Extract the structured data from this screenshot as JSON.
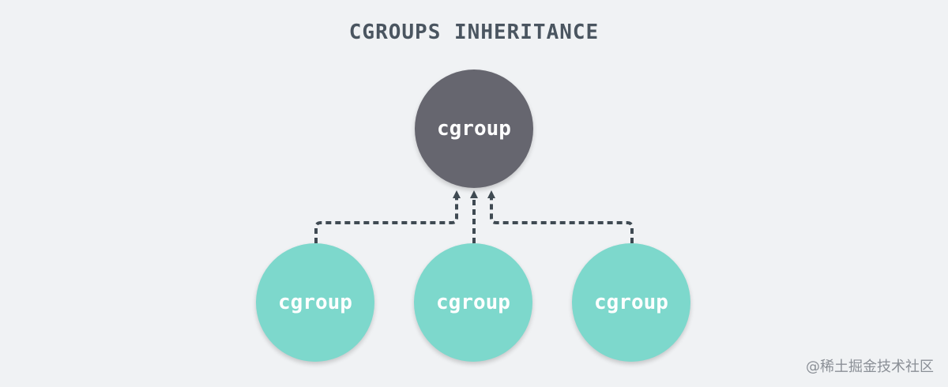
{
  "title": "CGROUPS INHERITANCE",
  "parent": {
    "label": "cgroup"
  },
  "children": [
    {
      "label": "cgroup"
    },
    {
      "label": "cgroup"
    },
    {
      "label": "cgroup"
    }
  ],
  "watermark": "@稀土掘金技术社区",
  "colors": {
    "parent": "#66666f",
    "child": "#7dd8cc",
    "connector": "#3f4a52",
    "background": "#f0f2f4"
  }
}
